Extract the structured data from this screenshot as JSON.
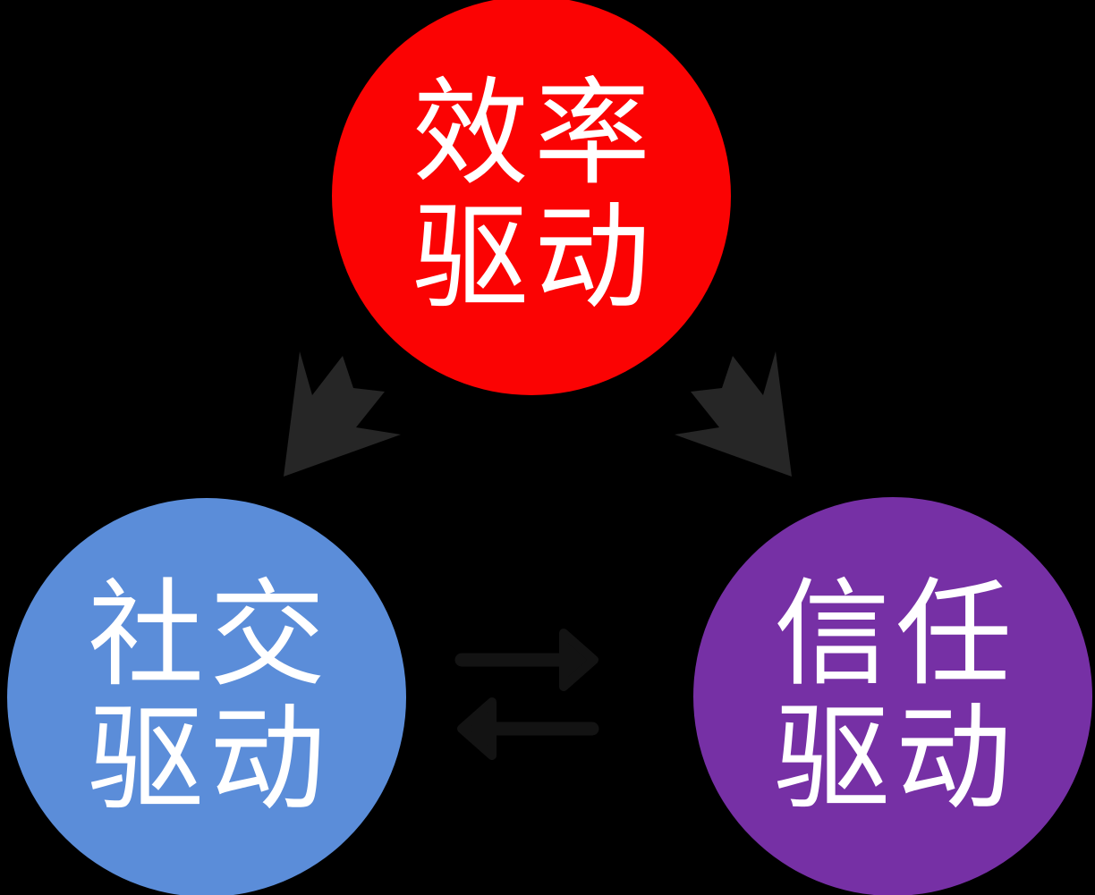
{
  "diagram": {
    "background_color": "#000000",
    "nodes": {
      "efficiency": {
        "label_line1": "效率",
        "label_line2": "驱动",
        "fill": "#FB0303",
        "text_color": "#FFFFFF"
      },
      "social": {
        "label_line1": "社交",
        "label_line2": "驱动",
        "fill": "#5B8DD9",
        "text_color": "#FFFFFF"
      },
      "trust": {
        "label_line1": "信任",
        "label_line2": "驱动",
        "fill": "#7630A5",
        "text_color": "#FFFFFF"
      }
    },
    "connectors": {
      "efficiency_to_social": {
        "color": "#262626",
        "direction": "down-left"
      },
      "efficiency_to_trust": {
        "color": "#262626",
        "direction": "down-right"
      },
      "social_trust_exchange": {
        "color": "#131313",
        "direction": "bidirectional"
      }
    }
  }
}
